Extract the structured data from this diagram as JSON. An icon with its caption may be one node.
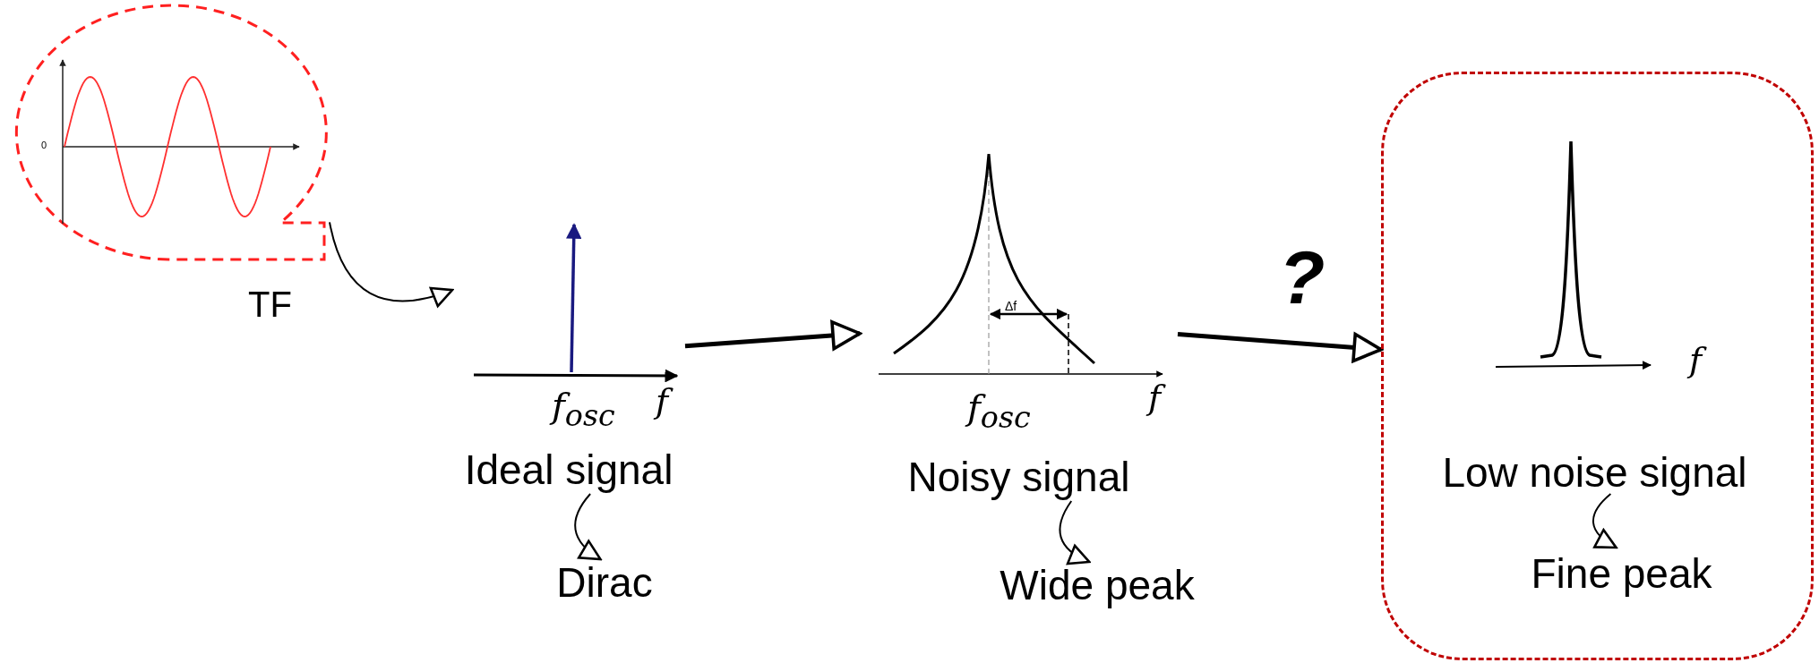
{
  "diagram": {
    "nodes": [
      {
        "text": [],
        "shape": "picture"
      },
      {
        "text": [
          "Ideal signal"
        ]
      },
      {
        "text": [
          "Dirac"
        ]
      },
      {
        "text": [
          "Noisy signal"
        ]
      },
      {
        "text": [
          "Wide peak"
        ]
      },
      {
        "text": [],
        "shape": "box"
      },
      {
        "text": [
          "Low noise signal"
        ],
        "in": 5
      },
      {
        "text": [
          "Fine peak"
        ],
        "in": 5
      }
    ],
    "edges": [
      {
        "from": 0,
        "to": 1,
        "arrow": "to",
        "label": "TF"
      },
      {
        "from": 1,
        "to": 2,
        "arrow": "to"
      },
      {
        "from": 1,
        "to": 3,
        "arrow": "to"
      },
      {
        "from": 3,
        "to": 4,
        "arrow": "to"
      },
      {
        "from": 3,
        "to": 5,
        "arrow": "to",
        "label": "?"
      },
      {
        "from": 6,
        "to": 7,
        "arrow": "to"
      }
    ],
    "labels": [
      "0",
      "f$_{osc}$",
      "f",
      "Δf",
      "f$_{osc}$",
      "f",
      "f"
    ]
  }
}
